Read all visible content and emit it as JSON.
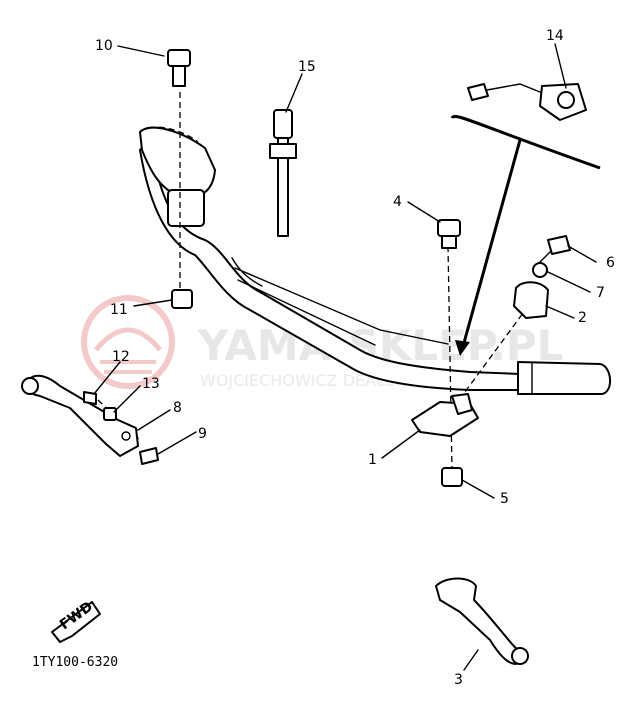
{
  "diagram": {
    "callouts": [
      {
        "id": "1",
        "label": "1"
      },
      {
        "id": "2",
        "label": "2"
      },
      {
        "id": "3",
        "label": "3"
      },
      {
        "id": "4",
        "label": "4"
      },
      {
        "id": "5",
        "label": "5"
      },
      {
        "id": "6",
        "label": "6"
      },
      {
        "id": "7",
        "label": "7"
      },
      {
        "id": "8",
        "label": "8"
      },
      {
        "id": "9",
        "label": "9"
      },
      {
        "id": "10",
        "label": "10"
      },
      {
        "id": "11",
        "label": "11"
      },
      {
        "id": "12",
        "label": "12"
      },
      {
        "id": "13",
        "label": "13"
      },
      {
        "id": "14",
        "label": "14"
      },
      {
        "id": "15",
        "label": "15"
      }
    ],
    "fwd_label": "FWD",
    "drawing_code": "1TY100-6320",
    "watermark": {
      "title": "YAMA-SKLEP.PL",
      "subtitle": "WOJCIECHOWICZ DEALER YAMAHA"
    }
  }
}
